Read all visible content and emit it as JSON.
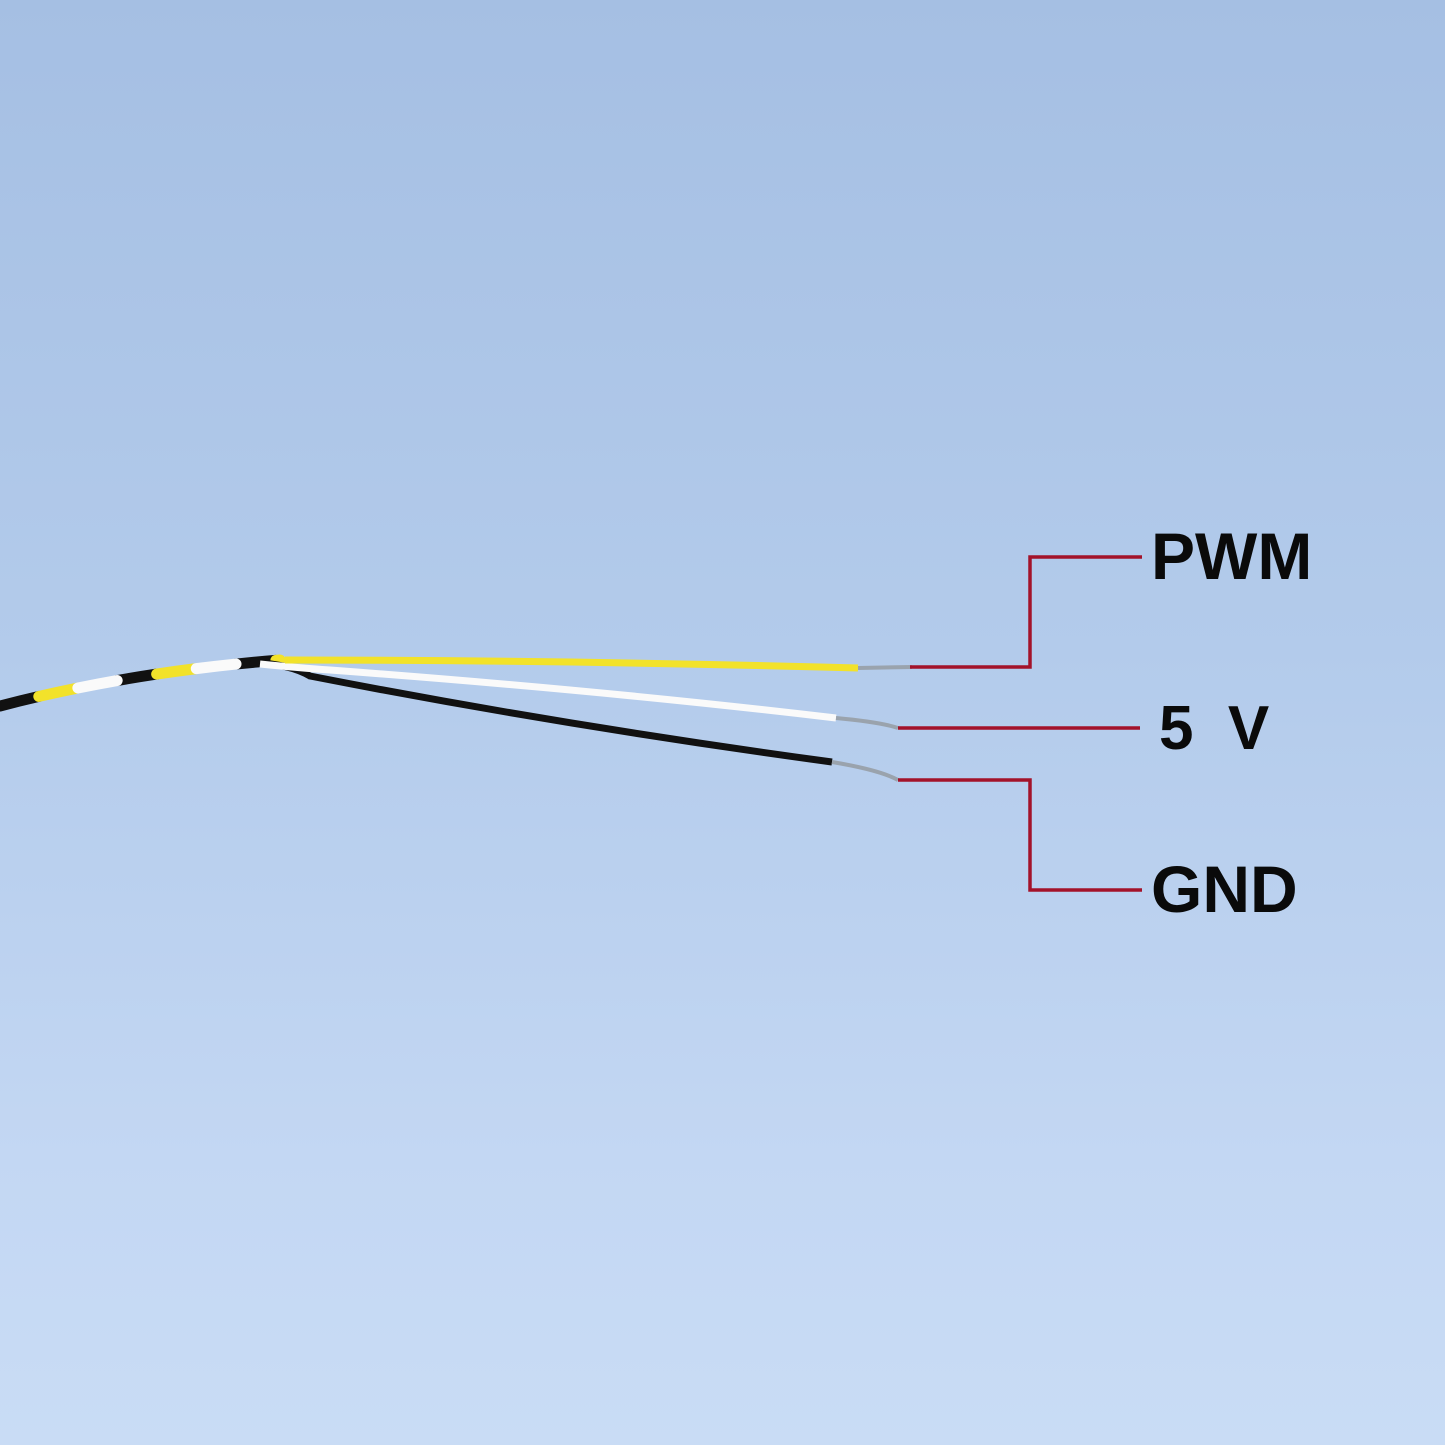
{
  "labels": {
    "pwm": "PWM",
    "v5": "5  V",
    "gnd": "GND"
  },
  "colors": {
    "leader": "#a3122a",
    "yellow_wire": "#f2e22a",
    "white_wire": "#ffffff",
    "black_wire": "#111111",
    "stripped_tip": "#9aa3ad"
  }
}
